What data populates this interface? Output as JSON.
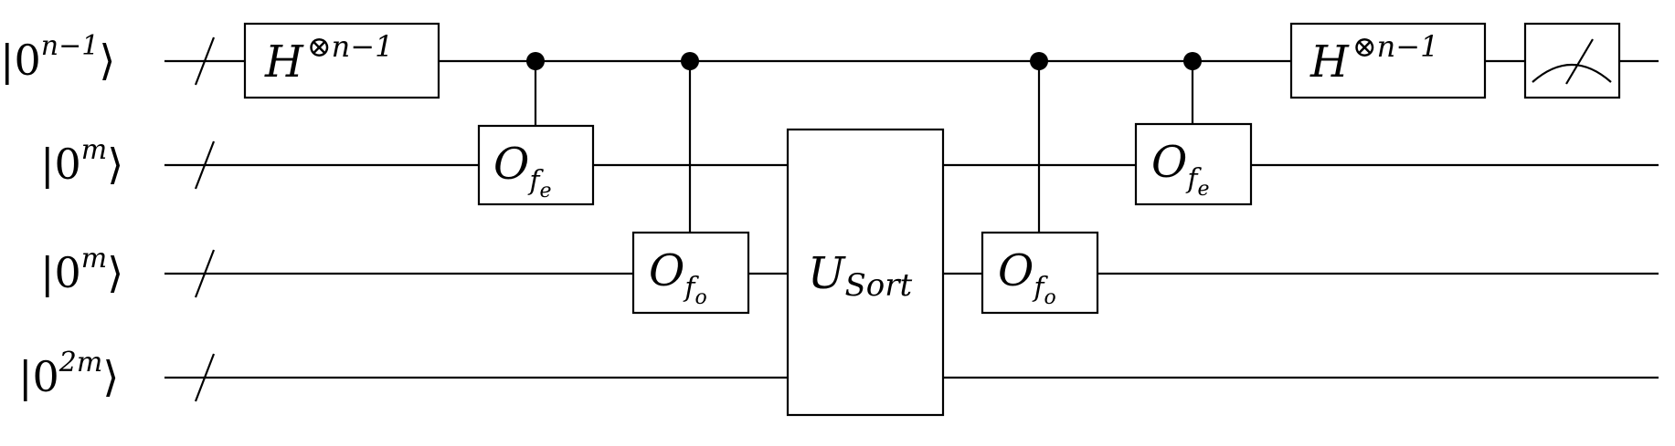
{
  "qubits": [
    {
      "id": "q0",
      "ket_base": "|0",
      "ket_exp": "n−1"
    },
    {
      "id": "q1",
      "ket_base": "|0",
      "ket_exp": "m"
    },
    {
      "id": "q2",
      "ket_base": "|0",
      "ket_exp": "m"
    },
    {
      "id": "q3",
      "ket_base": "|0",
      "ket_exp": "2m"
    }
  ],
  "ket_close": "⟩",
  "gates": {
    "hadamard_in": {
      "main": "H",
      "sup": "⊗n−1"
    },
    "oracle_fe_1": {
      "main": "O",
      "sub": "f",
      "subsub": "e"
    },
    "oracle_fo_1": {
      "main": "O",
      "sub": "f",
      "subsub": "o"
    },
    "usort": {
      "main": "U",
      "sub": "Sort"
    },
    "oracle_fo_2": {
      "main": "O",
      "sub": "f",
      "subsub": "o"
    },
    "oracle_fe_2": {
      "main": "O",
      "sub": "f",
      "subsub": "e"
    },
    "hadamard_out": {
      "main": "H",
      "sup": "⊗n−1"
    }
  },
  "colors": {
    "stroke": "#000000",
    "background": "#ffffff"
  },
  "icons": {
    "measure": "measurement-meter-icon"
  }
}
